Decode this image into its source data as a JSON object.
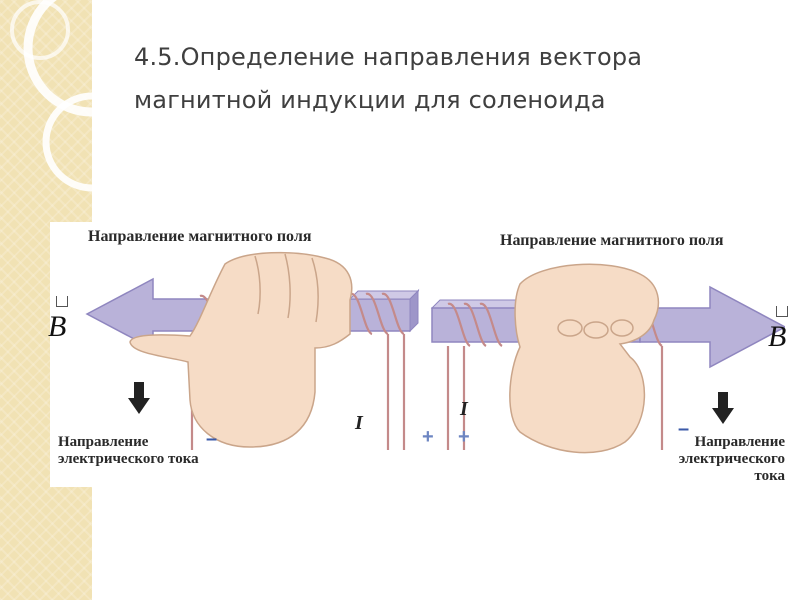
{
  "slide": {
    "title_line1": "4.5.Определение направления вектора",
    "title_line2": "магнитной индукции для соленоида"
  },
  "figure": {
    "left": {
      "field_label": "Направление магнитного поля",
      "current_label_line1": "Направление",
      "current_label_line2": "электрического тока",
      "vector_symbol": "B",
      "current_symbol": "I",
      "sign_near_hand": "–",
      "sign_wire": "+"
    },
    "right": {
      "field_label": "Направление магнитного поля",
      "current_label_line1": "Направление",
      "current_label_line2": "электрического тока",
      "vector_symbol": "B",
      "current_symbol": "I",
      "sign_near_hand": "–",
      "sign_wire": "+"
    }
  },
  "colors": {
    "strip": "#f1e2b4",
    "rod": "#b9b2d9",
    "rod_dark": "#8f86bf",
    "coil": "#c48a8a",
    "hand": "#f6dcc6",
    "title": "#3f3f3f"
  }
}
